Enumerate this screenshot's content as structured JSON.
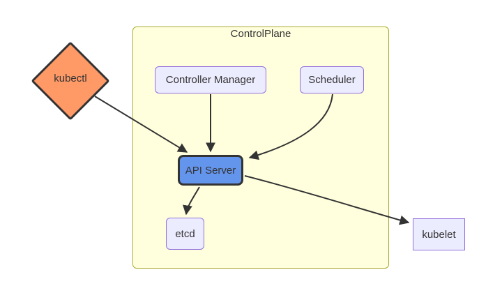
{
  "diagram": {
    "type": "flowchart",
    "cluster": {
      "label": "ControlPlane"
    },
    "nodes": {
      "kubectl": {
        "label": "kubectl",
        "shape": "diamond",
        "fill": "#ff9966"
      },
      "controller_manager": {
        "label": "Controller Manager",
        "shape": "rounded-rect",
        "fill": "#ececff"
      },
      "scheduler": {
        "label": "Scheduler",
        "shape": "rounded-rect",
        "fill": "#ececff"
      },
      "api_server": {
        "label": "API Server",
        "shape": "rounded-rect",
        "fill": "#6495ed"
      },
      "etcd": {
        "label": "etcd",
        "shape": "rounded-rect",
        "fill": "#ececff"
      },
      "kubelet": {
        "label": "kubelet",
        "shape": "rect",
        "fill": "#ececff"
      }
    },
    "edges": [
      {
        "from": "kubectl",
        "to": "api_server"
      },
      {
        "from": "controller_manager",
        "to": "api_server"
      },
      {
        "from": "scheduler",
        "to": "api_server"
      },
      {
        "from": "api_server",
        "to": "etcd"
      },
      {
        "from": "api_server",
        "to": "kubelet"
      }
    ]
  },
  "colors": {
    "cluster-fill": "#ffffde",
    "cluster-border": "#aaaa33",
    "cluster-label": "#333333",
    "node-fill": "#ececff",
    "node-border": "#9370db",
    "kubectl-fill": "#ff9966",
    "api-fill": "#6495ed",
    "emphasis-border": "#333333",
    "edge": "#333333",
    "text": "#333333"
  }
}
